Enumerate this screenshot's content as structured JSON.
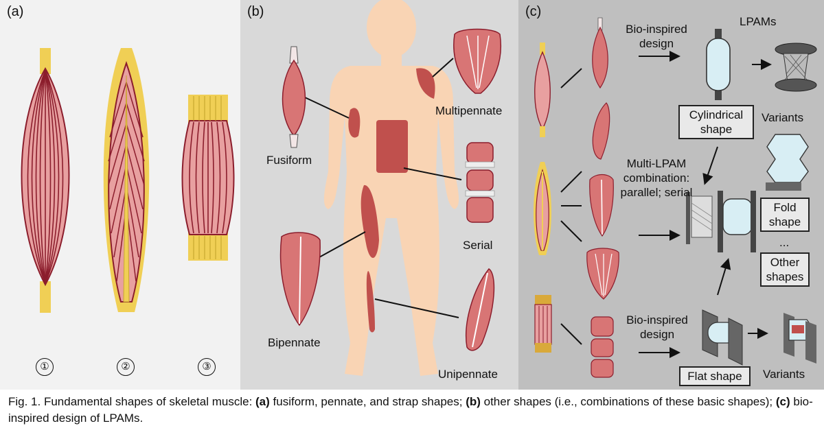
{
  "panel_labels": {
    "a": "(a)",
    "b": "(b)",
    "c": "(c)"
  },
  "panel_a": {
    "numbers": [
      "①",
      "②",
      "③"
    ]
  },
  "panel_b": {
    "muscles": {
      "fusiform": "Fusiform",
      "multipennate": "Multipennate",
      "serial": "Serial",
      "bipennate": "Bipennate",
      "unipennate": "Unipennate"
    }
  },
  "panel_c": {
    "bio_design_top": "Bio-inspired design",
    "lpams": "LPAMs",
    "cylindrical": "Cylindrical shape",
    "variants_top": "Variants",
    "multi_lpam": "Multi-LPAM combination: parallel; serial",
    "fold": "Fold shape",
    "ellipsis": "...",
    "other": "Other shapes",
    "bio_design_bottom": "Bio-inspired design",
    "flat": "Flat shape",
    "variants_bottom": "Variants"
  },
  "caption": {
    "prefix": "Fig. 1. Fundamental shapes of skeletal muscle: ",
    "a_label": "(a)",
    "a_text": " fusiform, pennate, and strap shapes; ",
    "b_label": "(b)",
    "b_text": " other shapes (i.e., combinations of these basic shapes); ",
    "c_label": "(c)",
    "c_text": " bio-inspired design of LPAMs."
  },
  "colors": {
    "muscle": "#e8a0a0",
    "fiber": "#8b1d2c",
    "tendon": "#f0cf55",
    "skin": "#f9d4b4",
    "patch": "#c0504d"
  }
}
